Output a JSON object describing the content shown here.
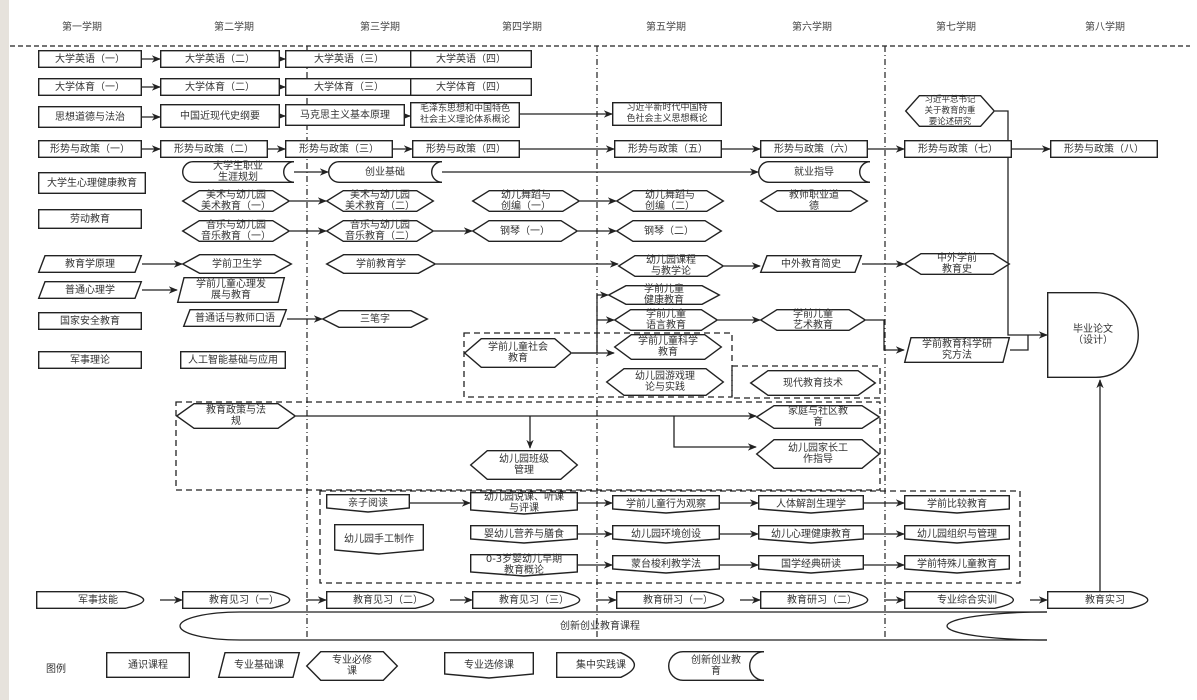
{
  "semesters": [
    "第一学期",
    "第二学期",
    "第三学期",
    "第四学期",
    "第五学期",
    "第六学期",
    "第七学期",
    "第八学期"
  ],
  "legend_title": "图例",
  "legend": [
    {
      "type": "rect",
      "label": "通识课程"
    },
    {
      "type": "para",
      "label": "专业基础课"
    },
    {
      "type": "hex",
      "label": "专业必修\n课"
    },
    {
      "type": "flag",
      "label": "专业选修课"
    },
    {
      "type": "term",
      "label": "集中实践课"
    },
    {
      "type": "scroll",
      "label": "创新创业教\n育"
    }
  ],
  "innovation_course": "创新创业教育课程",
  "nodes": [
    {
      "id": "en1",
      "type": "rect",
      "label": "大学英语（一）"
    },
    {
      "id": "en2",
      "type": "rect",
      "label": "大学英语（二）"
    },
    {
      "id": "en3",
      "type": "rect",
      "label": "大学英语（三）"
    },
    {
      "id": "en4",
      "type": "rect",
      "label": "大学英语（四）"
    },
    {
      "id": "pe1",
      "type": "rect",
      "label": "大学体育（一）"
    },
    {
      "id": "pe2",
      "type": "rect",
      "label": "大学体育（二）"
    },
    {
      "id": "pe3",
      "type": "rect",
      "label": "大学体育（三）"
    },
    {
      "id": "pe4",
      "type": "rect",
      "label": "大学体育（四）"
    },
    {
      "id": "sx",
      "type": "rect",
      "label": "思想道德与法治"
    },
    {
      "id": "zg",
      "type": "rect",
      "label": "中国近现代史纲要"
    },
    {
      "id": "mk",
      "type": "rect",
      "label": "马克思主义基本原理"
    },
    {
      "id": "mz",
      "type": "rect",
      "label": "毛泽东思想和中国特色\n社会主义理论体系概论"
    },
    {
      "id": "xj",
      "type": "rect",
      "label": "习近平新时代中国特\n色社会主义思想概论"
    },
    {
      "id": "xjzs",
      "type": "hex",
      "label": "习近平总书记\n关于教育的重\n要论述研究"
    },
    {
      "id": "xs1",
      "type": "rect",
      "label": "形势与政策（一）"
    },
    {
      "id": "xs2",
      "type": "rect",
      "label": "形势与政策（二）"
    },
    {
      "id": "xs3",
      "type": "rect",
      "label": "形势与政策（三）"
    },
    {
      "id": "xs4",
      "type": "rect",
      "label": "形势与政策（四）"
    },
    {
      "id": "xs5",
      "type": "rect",
      "label": "形势与政策（五）"
    },
    {
      "id": "xs6",
      "type": "rect",
      "label": "形势与政策（六）"
    },
    {
      "id": "xs7",
      "type": "rect",
      "label": "形势与政策（七）"
    },
    {
      "id": "xs8",
      "type": "rect",
      "label": "形势与政策（八）"
    },
    {
      "id": "xl",
      "type": "rect",
      "label": "大学生心理健康教育"
    },
    {
      "id": "zy",
      "type": "scroll",
      "label": "大学生职业\n生涯规划"
    },
    {
      "id": "cy",
      "type": "scroll",
      "label": "创业基础"
    },
    {
      "id": "jy",
      "type": "scroll",
      "label": "就业指导"
    },
    {
      "id": "ms1",
      "type": "hex",
      "label": "美术与幼儿园\n美术教育（一）"
    },
    {
      "id": "ms2",
      "type": "hex",
      "label": "美术与幼儿园\n美术教育（二）"
    },
    {
      "id": "wd1",
      "type": "hex",
      "label": "幼儿舞蹈与\n创编（一）"
    },
    {
      "id": "wd2",
      "type": "hex",
      "label": "幼儿舞蹈与\n创编（二）"
    },
    {
      "id": "jszy",
      "type": "hex",
      "label": "教师职业道\n德"
    },
    {
      "id": "ld",
      "type": "rect",
      "label": "劳动教育"
    },
    {
      "id": "yy1",
      "type": "hex",
      "label": "音乐与幼儿园\n音乐教育（一）"
    },
    {
      "id": "yy2",
      "type": "hex",
      "label": "音乐与幼儿园\n音乐教育（二）"
    },
    {
      "id": "gq1",
      "type": "hex",
      "label": "钢琴（一）"
    },
    {
      "id": "gq2",
      "type": "hex",
      "label": "钢琴（二）"
    },
    {
      "id": "jyx",
      "type": "para",
      "label": "教育学原理"
    },
    {
      "id": "ws",
      "type": "hex",
      "label": "学前卫生学"
    },
    {
      "id": "xqjy",
      "type": "hex",
      "label": "学前教育学"
    },
    {
      "id": "kc",
      "type": "hex",
      "label": "幼儿园课程\n与教学论"
    },
    {
      "id": "zwjs",
      "type": "para",
      "label": "中外教育简史"
    },
    {
      "id": "zwxq",
      "type": "hex",
      "label": "中外学前\n教育史"
    },
    {
      "id": "ptxl",
      "type": "para",
      "label": "普通心理学"
    },
    {
      "id": "etxl",
      "type": "para",
      "label": "学前儿童心理发\n展与教育"
    },
    {
      "id": "jk",
      "type": "hex",
      "label": "学前儿童\n健康教育"
    },
    {
      "id": "gj",
      "type": "rect",
      "label": "国家安全教育"
    },
    {
      "id": "pth",
      "type": "para",
      "label": "普通话与教师口语"
    },
    {
      "id": "sbz",
      "type": "hex",
      "label": "三笔字"
    },
    {
      "id": "yuy",
      "type": "hex",
      "label": "学前儿童\n语言教育"
    },
    {
      "id": "ys",
      "type": "hex",
      "label": "学前儿童\n艺术教育"
    },
    {
      "id": "sh",
      "type": "hex",
      "label": "学前儿童社会\n教育"
    },
    {
      "id": "kx",
      "type": "hex",
      "label": "学前儿童科学\n教育"
    },
    {
      "id": "ky",
      "type": "para",
      "label": "学前教育科学研\n究方法"
    },
    {
      "id": "js",
      "type": "rect",
      "label": "军事理论"
    },
    {
      "id": "ai",
      "type": "rect",
      "label": "人工智能基础与应用"
    },
    {
      "id": "yx",
      "type": "hex",
      "label": "幼儿园游戏理\n论与实践"
    },
    {
      "id": "xdjs",
      "type": "hex",
      "label": "现代教育技术"
    },
    {
      "id": "lw",
      "type": "delay",
      "label": "毕业论文\n（设计）"
    },
    {
      "id": "zc",
      "type": "hex",
      "label": "教育政策与法\n规"
    },
    {
      "id": "jt",
      "type": "hex",
      "label": "家庭与社区教\n育"
    },
    {
      "id": "jz",
      "type": "hex",
      "label": "幼儿园家长工\n作指导"
    },
    {
      "id": "bj",
      "type": "hex",
      "label": "幼儿园班级\n管理"
    },
    {
      "id": "qz",
      "type": "flag",
      "label": "亲子阅读"
    },
    {
      "id": "sk",
      "type": "flag",
      "label": "幼儿园说课、听课\n与评课"
    },
    {
      "id": "gc",
      "type": "flag",
      "label": "学前儿童行为观察"
    },
    {
      "id": "jp",
      "type": "flag",
      "label": "人体解剖生理学"
    },
    {
      "id": "bj2",
      "type": "flag",
      "label": "学前比较教育"
    },
    {
      "id": "sg",
      "type": "flag",
      "label": "幼儿园手工制作"
    },
    {
      "id": "yys",
      "type": "flag",
      "label": "婴幼儿营养与膳食"
    },
    {
      "id": "hj",
      "type": "flag",
      "label": "幼儿园环境创设"
    },
    {
      "id": "xljk",
      "type": "flag",
      "label": "幼儿心理健康教育"
    },
    {
      "id": "zz",
      "type": "flag",
      "label": "幼儿园组织与管理"
    },
    {
      "id": "zq",
      "type": "flag",
      "label": "0-3岁婴幼儿早期\n教育概论"
    },
    {
      "id": "mt",
      "type": "flag",
      "label": "蒙台梭利教学法"
    },
    {
      "id": "gx",
      "type": "flag",
      "label": "国学经典研读"
    },
    {
      "id": "ts",
      "type": "flag",
      "label": "学前特殊儿童教育"
    },
    {
      "id": "jsjn",
      "type": "term",
      "label": "军事技能"
    },
    {
      "id": "jx1",
      "type": "term",
      "label": "教育见习（一）"
    },
    {
      "id": "jx2",
      "type": "term",
      "label": "教育见习（二）"
    },
    {
      "id": "jx3",
      "type": "term",
      "label": "教育见习（三）"
    },
    {
      "id": "yx1",
      "type": "term",
      "label": "教育研习（一）"
    },
    {
      "id": "yx2",
      "type": "term",
      "label": "教育研习（二）"
    },
    {
      "id": "zhsx",
      "type": "term",
      "label": "专业综合实训"
    },
    {
      "id": "sx8",
      "type": "term",
      "label": "教育实习"
    }
  ]
}
